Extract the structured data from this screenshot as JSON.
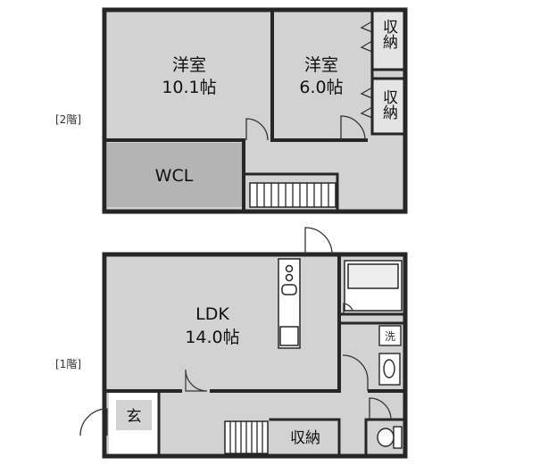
{
  "floors": {
    "upper_label": "[2階]",
    "lower_label": "[1階]"
  },
  "rooms": {
    "western_a": {
      "name": "洋室",
      "size": "10.1帖"
    },
    "western_b": {
      "name": "洋室",
      "size": "6.0帖"
    },
    "storage_top": "収納",
    "storage_mid": "収納",
    "wcl": "WCL",
    "ldk": {
      "name": "LDK",
      "size": "14.0帖"
    },
    "entrance": "玄",
    "storage_bottom": "収納",
    "wash": "洗"
  },
  "colors": {
    "wall": "#262626",
    "floor_fill": "#d2d2d2",
    "wcl_fill": "#b4b4b4",
    "paper": "#ffffff"
  }
}
